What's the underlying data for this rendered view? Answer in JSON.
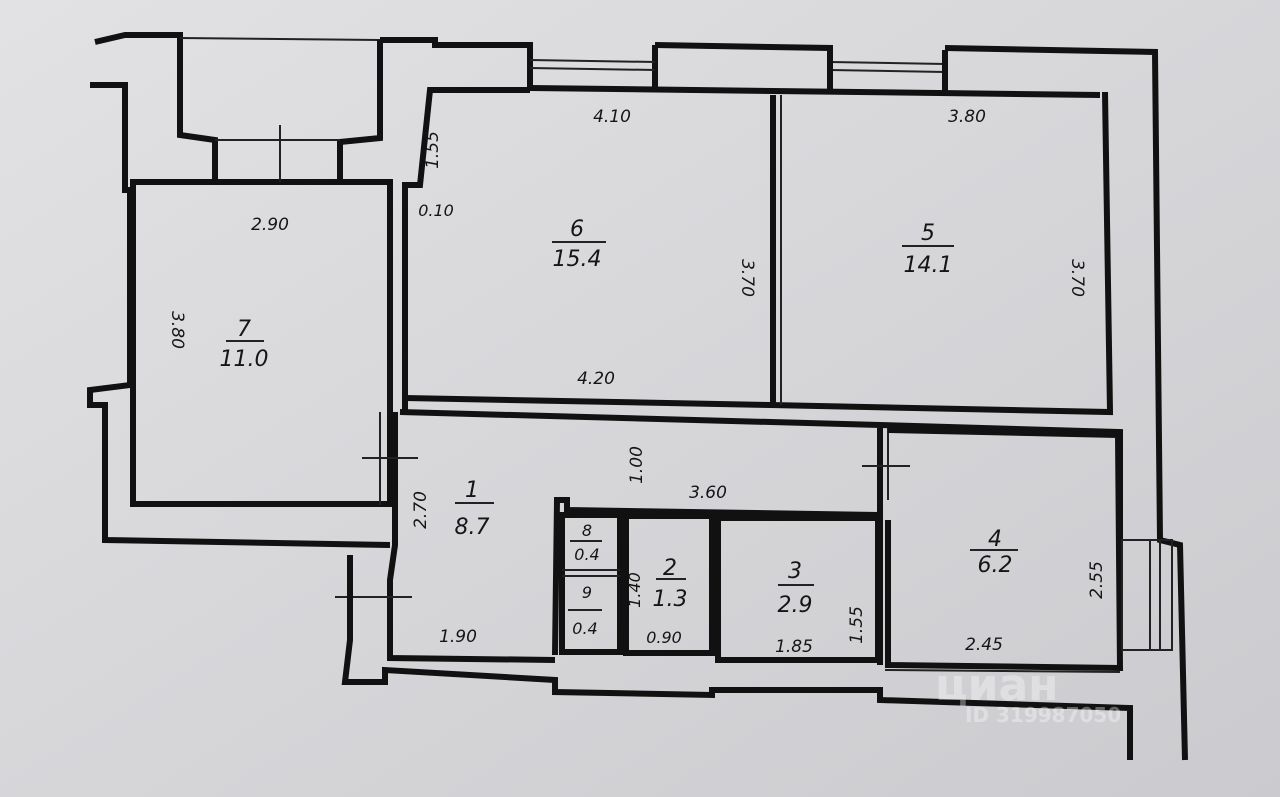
{
  "rooms": [
    {
      "num": "1",
      "area": "8.7"
    },
    {
      "num": "2",
      "area": "1.3"
    },
    {
      "num": "3",
      "area": "2.9"
    },
    {
      "num": "4",
      "area": "6.2"
    },
    {
      "num": "5",
      "area": "14.1"
    },
    {
      "num": "6",
      "area": "15.4"
    },
    {
      "num": "7",
      "area": "11.0"
    },
    {
      "num": "8",
      "area": "0.4"
    },
    {
      "num": "9",
      "area": "0.4"
    }
  ],
  "dims": {
    "r6_top": "4.10",
    "r6_bottom": "4.20",
    "r6_right": "3.70",
    "r6_left_a": "1.55",
    "r6_left_b": "0.10",
    "r5_top": "3.80",
    "r5_right": "3.70",
    "r7_top": "2.90",
    "r7_left": "3.80",
    "r1_left": "2.70",
    "r1_bottom": "1.90",
    "r1_mid": "1.00",
    "r1_width": "3.60",
    "r2_left": "1.40",
    "r2_bottom": "0.90",
    "r3_bottom": "1.85",
    "r3_right": "1.55",
    "r4_bottom": "2.45",
    "r4_right": "2.55"
  },
  "watermark": {
    "brand": "циан",
    "id": "ID 319987050"
  }
}
